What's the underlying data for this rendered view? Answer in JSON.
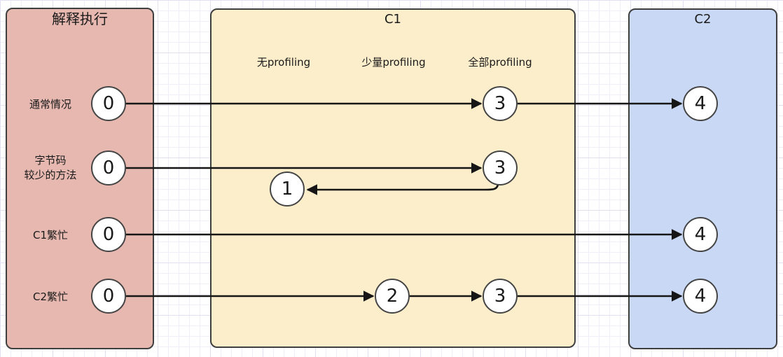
{
  "panels": {
    "interpreter": {
      "title": "解释执行"
    },
    "c1": {
      "title": "C1"
    },
    "c2": {
      "title": "C2"
    }
  },
  "c1_columns": [
    {
      "label": "无profiling"
    },
    {
      "label": "少量profiling"
    },
    {
      "label": "全部profiling"
    }
  ],
  "rows": [
    {
      "label": "通常情况",
      "path": "0 → 3 → 4"
    },
    {
      "label": "字节码\n较少的方法",
      "path": "0 → 3 → 1"
    },
    {
      "label": "C1繁忙",
      "path": "0 → 4"
    },
    {
      "label": "C2繁忙",
      "path": "0 → 2 → 3 → 4"
    }
  ],
  "nodes": [
    {
      "id": "row1-tier0",
      "label": "0"
    },
    {
      "id": "row1-tier3",
      "label": "3"
    },
    {
      "id": "row1-tier4",
      "label": "4"
    },
    {
      "id": "row2-tier0",
      "label": "0"
    },
    {
      "id": "row2-tier3",
      "label": "3"
    },
    {
      "id": "row2-tier1",
      "label": "1"
    },
    {
      "id": "row3-tier0",
      "label": "0"
    },
    {
      "id": "row3-tier4",
      "label": "4"
    },
    {
      "id": "row4-tier0",
      "label": "0"
    },
    {
      "id": "row4-tier2",
      "label": "2"
    },
    {
      "id": "row4-tier3",
      "label": "3"
    },
    {
      "id": "row4-tier4",
      "label": "4"
    }
  ],
  "colors": {
    "interpreter_fill": "#E6B8B0",
    "c1_fill": "#FDEECB",
    "c2_fill": "#C9D8F4",
    "panel_border": "#3F3F3F",
    "arrow": "#161616",
    "node_fill": "#FFFFFF",
    "node_border": "#454545"
  }
}
